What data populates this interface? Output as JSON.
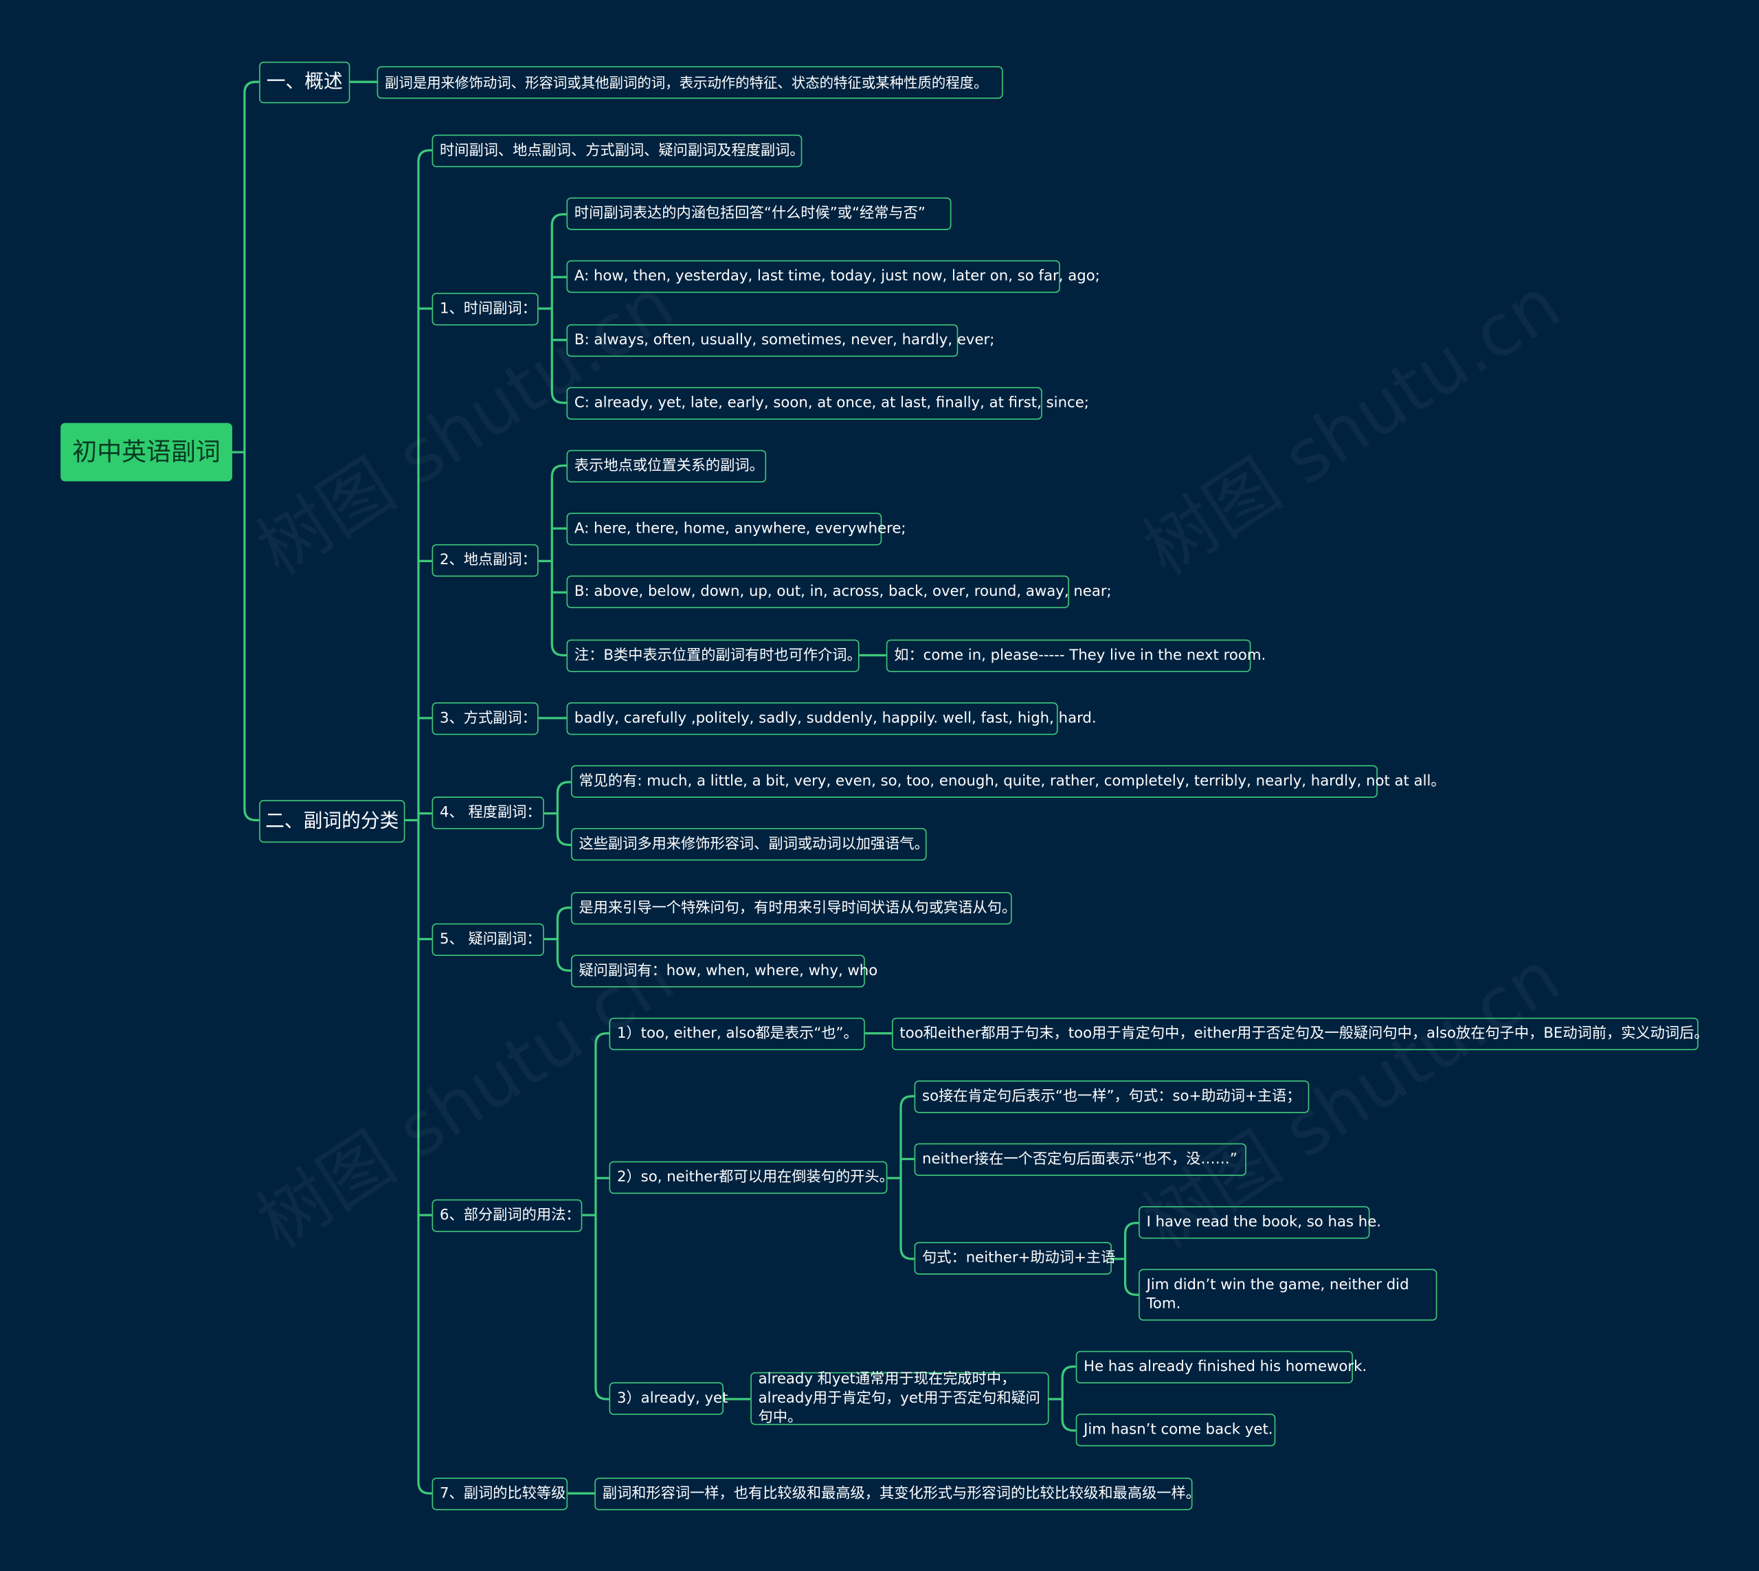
{
  "colors": {
    "background": "#01223f",
    "accent": "#2fcd6e",
    "line": "#3ec97a",
    "text": "#ffffff"
  },
  "root": {
    "label": "初中英语副词"
  },
  "overview": {
    "label": "一、概述",
    "text": "副词是用来修饰动词、形容词或其他副词的词，表示动作的特征、状态的特征或某种性质的程度。"
  },
  "classification": {
    "label": "二、副词的分类",
    "intro": "时间副词、地点副词、方式副词、疑问副词及程度副词。",
    "time": {
      "label": "1、时间副词：",
      "items": [
        "时间副词表达的内涵包括回答“什么时候”或“经常与否”",
        "A: how, then, yesterday, last time, today, just now, later on, so far, ago;",
        "B: always, often, usually, sometimes, never, hardly, ever;",
        "C: already, yet, late, early, soon, at once, at last, finally, at first, since;"
      ]
    },
    "place": {
      "label": "2、地点副词：",
      "items": [
        "表示地点或位置关系的副词。",
        "A: here, there, home, anywhere, everywhere;",
        "B: above, below, down, up, out, in, across, back, over, round, away, near;",
        "注：B类中表示位置的副词有时也可作介词。"
      ],
      "note_example": "如：come in, please----- They live in the next room."
    },
    "manner": {
      "label": "3、方式副词：",
      "text": "badly, carefully ,politely, sadly, suddenly, happily. well, fast, high, hard."
    },
    "degree": {
      "label": "4、 程度副词：",
      "items": [
        "常见的有: much, a little, a bit, very, even, so, too, enough, quite, rather, completely, terribly, nearly, hardly, not at all。",
        "这些副词多用来修饰形容词、副词或动词以加强语气。"
      ]
    },
    "interrogative": {
      "label": "5、 疑问副词：",
      "items": [
        "是用来引导一个特殊问句，有时用来引导时间状语从句或宾语从句。",
        "疑问副词有：how, when, where, why, who"
      ]
    },
    "usage": {
      "label": "6、部分副词的用法：",
      "too": {
        "label": "1）too, either, also都是表示“也”。",
        "text": "too和either都用于句末，too用于肯定句中，either用于否定句及一般疑问句中，also放在句子中，BE动词前，实义动词后。"
      },
      "so": {
        "label": "2）so, neither都可以用在倒装句的开头。",
        "items": [
          "so接在肯定句后表示“也一样”，句式：so+助动词+主语；",
          "neither接在一个否定句后面表示“也不，没……”"
        ],
        "pattern": {
          "label": "句式：neither+助动词+主语",
          "examples": [
            "I have read the book, so has he.",
            "Jim didn’t win the game, neither did Tom."
          ]
        }
      },
      "already": {
        "label": "3）already, yet",
        "text": "already 和yet通常用于现在完成时中，already用于肯定句，yet用于否定句和疑问句中。",
        "examples": [
          "He has already finished his homework.",
          "Jim hasn’t come back yet."
        ]
      }
    },
    "comparison": {
      "label": "7、副词的比较等级",
      "text": "副词和形容词一样，也有比较级和最高级，其变化形式与形容词的比较比较级和最高级一样。"
    }
  }
}
